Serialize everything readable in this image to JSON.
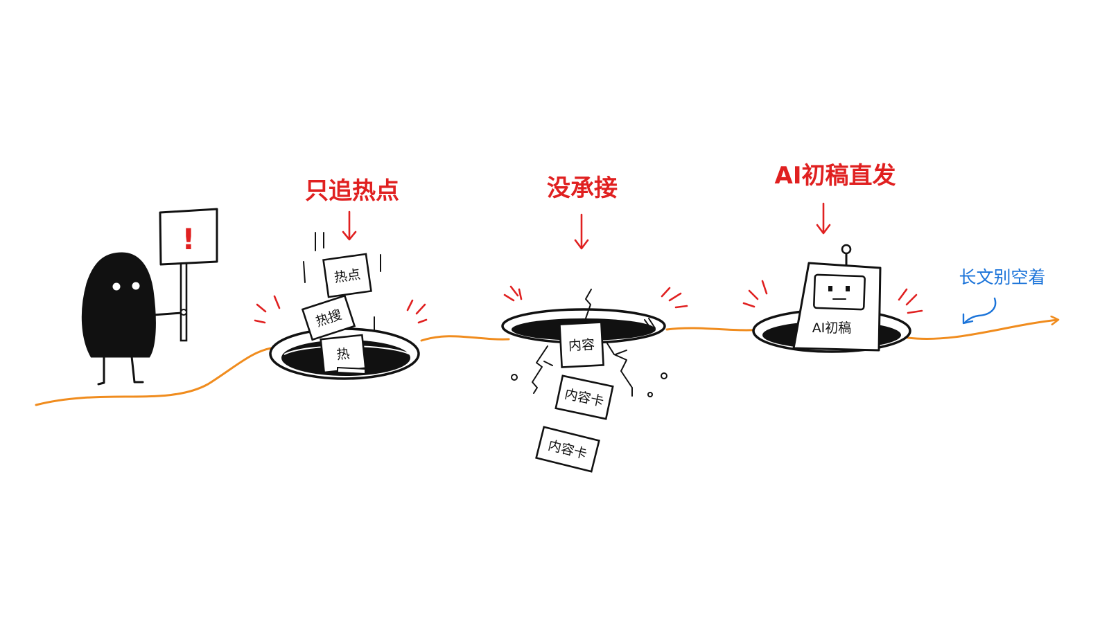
{
  "colors": {
    "path": "#f08c1e",
    "alert": "#e02020",
    "note": "#1a73d9",
    "ink": "#111111"
  },
  "sign": {
    "symbol": "!"
  },
  "pitfalls": [
    {
      "label": "只追热点",
      "cards": [
        "热点",
        "热搜",
        "热"
      ]
    },
    {
      "label": "没承接",
      "cards": [
        "内容",
        "内容卡",
        "内容卡"
      ]
    },
    {
      "label": "AI初稿直发",
      "robot_text": "AI初稿"
    }
  ],
  "annotation": {
    "text": "长文别空着"
  }
}
